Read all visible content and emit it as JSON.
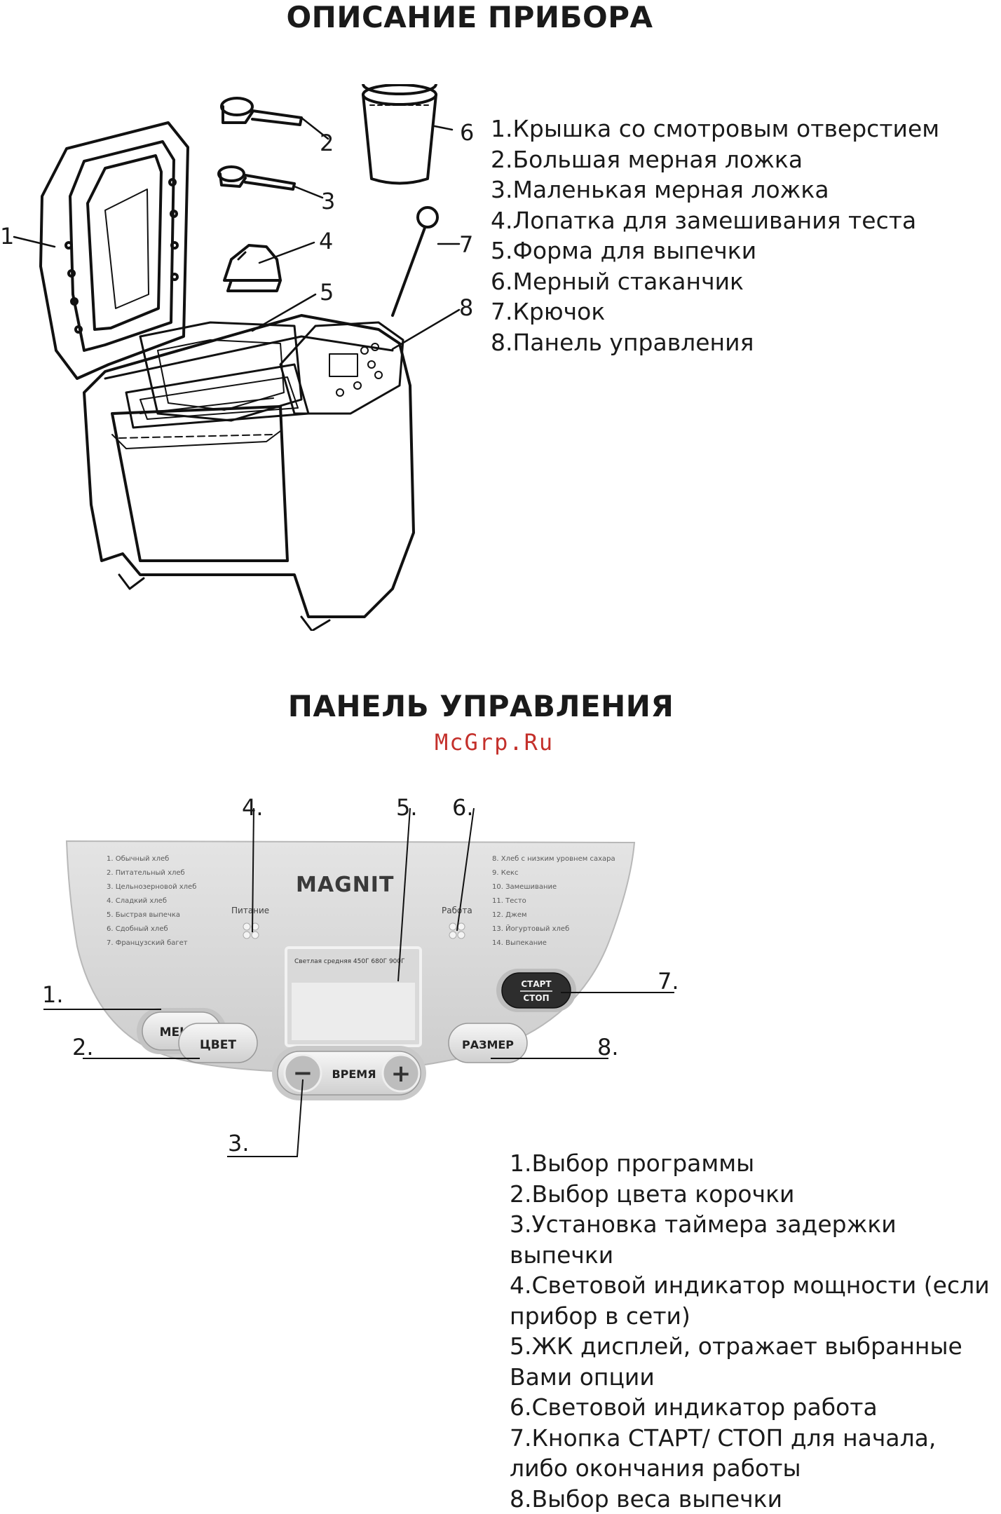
{
  "device": {
    "title": "ОПИСАНИЕ ПРИБОРА",
    "parts": [
      "1.Крышка со смотровым отверстием",
      "2.Большая мерная ложка",
      "3.Маленькая мерная ложка",
      "4.Лопатка для замешивания теста",
      "5.Форма для выпечки",
      "6.Мерный стаканчик",
      "7.Крючок",
      "8.Панель управления"
    ],
    "callouts": [
      "1",
      "2",
      "3",
      "4",
      "5",
      "6",
      "7",
      "8"
    ]
  },
  "panel": {
    "title": "ПАНЕЛЬ УПРАВЛЕНИЯ",
    "watermark": "McGrp.Ru",
    "brand": "MAGNIT",
    "indicator_power": "Питание",
    "indicator_work": "Работа",
    "programs_left": [
      "1. Обычный хлеб",
      "2. Питательный хлеб",
      "3. Цельнозерновой хлеб",
      "4. Сладкий хлеб",
      "5. Быстрая выпечка",
      "6. Сдобный хлеб",
      "7. Французский багет"
    ],
    "programs_right": [
      "8. Хлеб с низким уровнем сахара",
      "9. Кекс",
      "10. Замешивание",
      "11. Тесто",
      "12. Джем",
      "13. Йогуртовый хлеб",
      "14. Выпекание"
    ],
    "display_text": "Светлая  средняя  450Г  680Г  900Г",
    "buttons": {
      "menu": "МЕНЮ",
      "color": "ЦВЕТ",
      "time": "ВРЕМЯ",
      "size": "РАЗМЕР",
      "start": "СТАРТ",
      "stop": "СТОП",
      "minus": "−",
      "plus": "+"
    },
    "callouts": [
      "4.",
      "5.",
      "6.",
      "1.",
      "7.",
      "2.",
      "8.",
      "3."
    ],
    "descriptions": [
      "1.Выбор программы",
      "2.Выбор цвета корочки",
      "3.Установка таймера задержки выпечки",
      "4.Световой индикатор мощности (если прибор в сети)",
      "5.ЖК дисплей, отражает выбранные Вами опции",
      "6.Световой индикатор работа",
      "7.Кнопка СТАРТ/ СТОП для начала, либо окончания работы",
      "8.Выбор веса выпечки"
    ]
  }
}
